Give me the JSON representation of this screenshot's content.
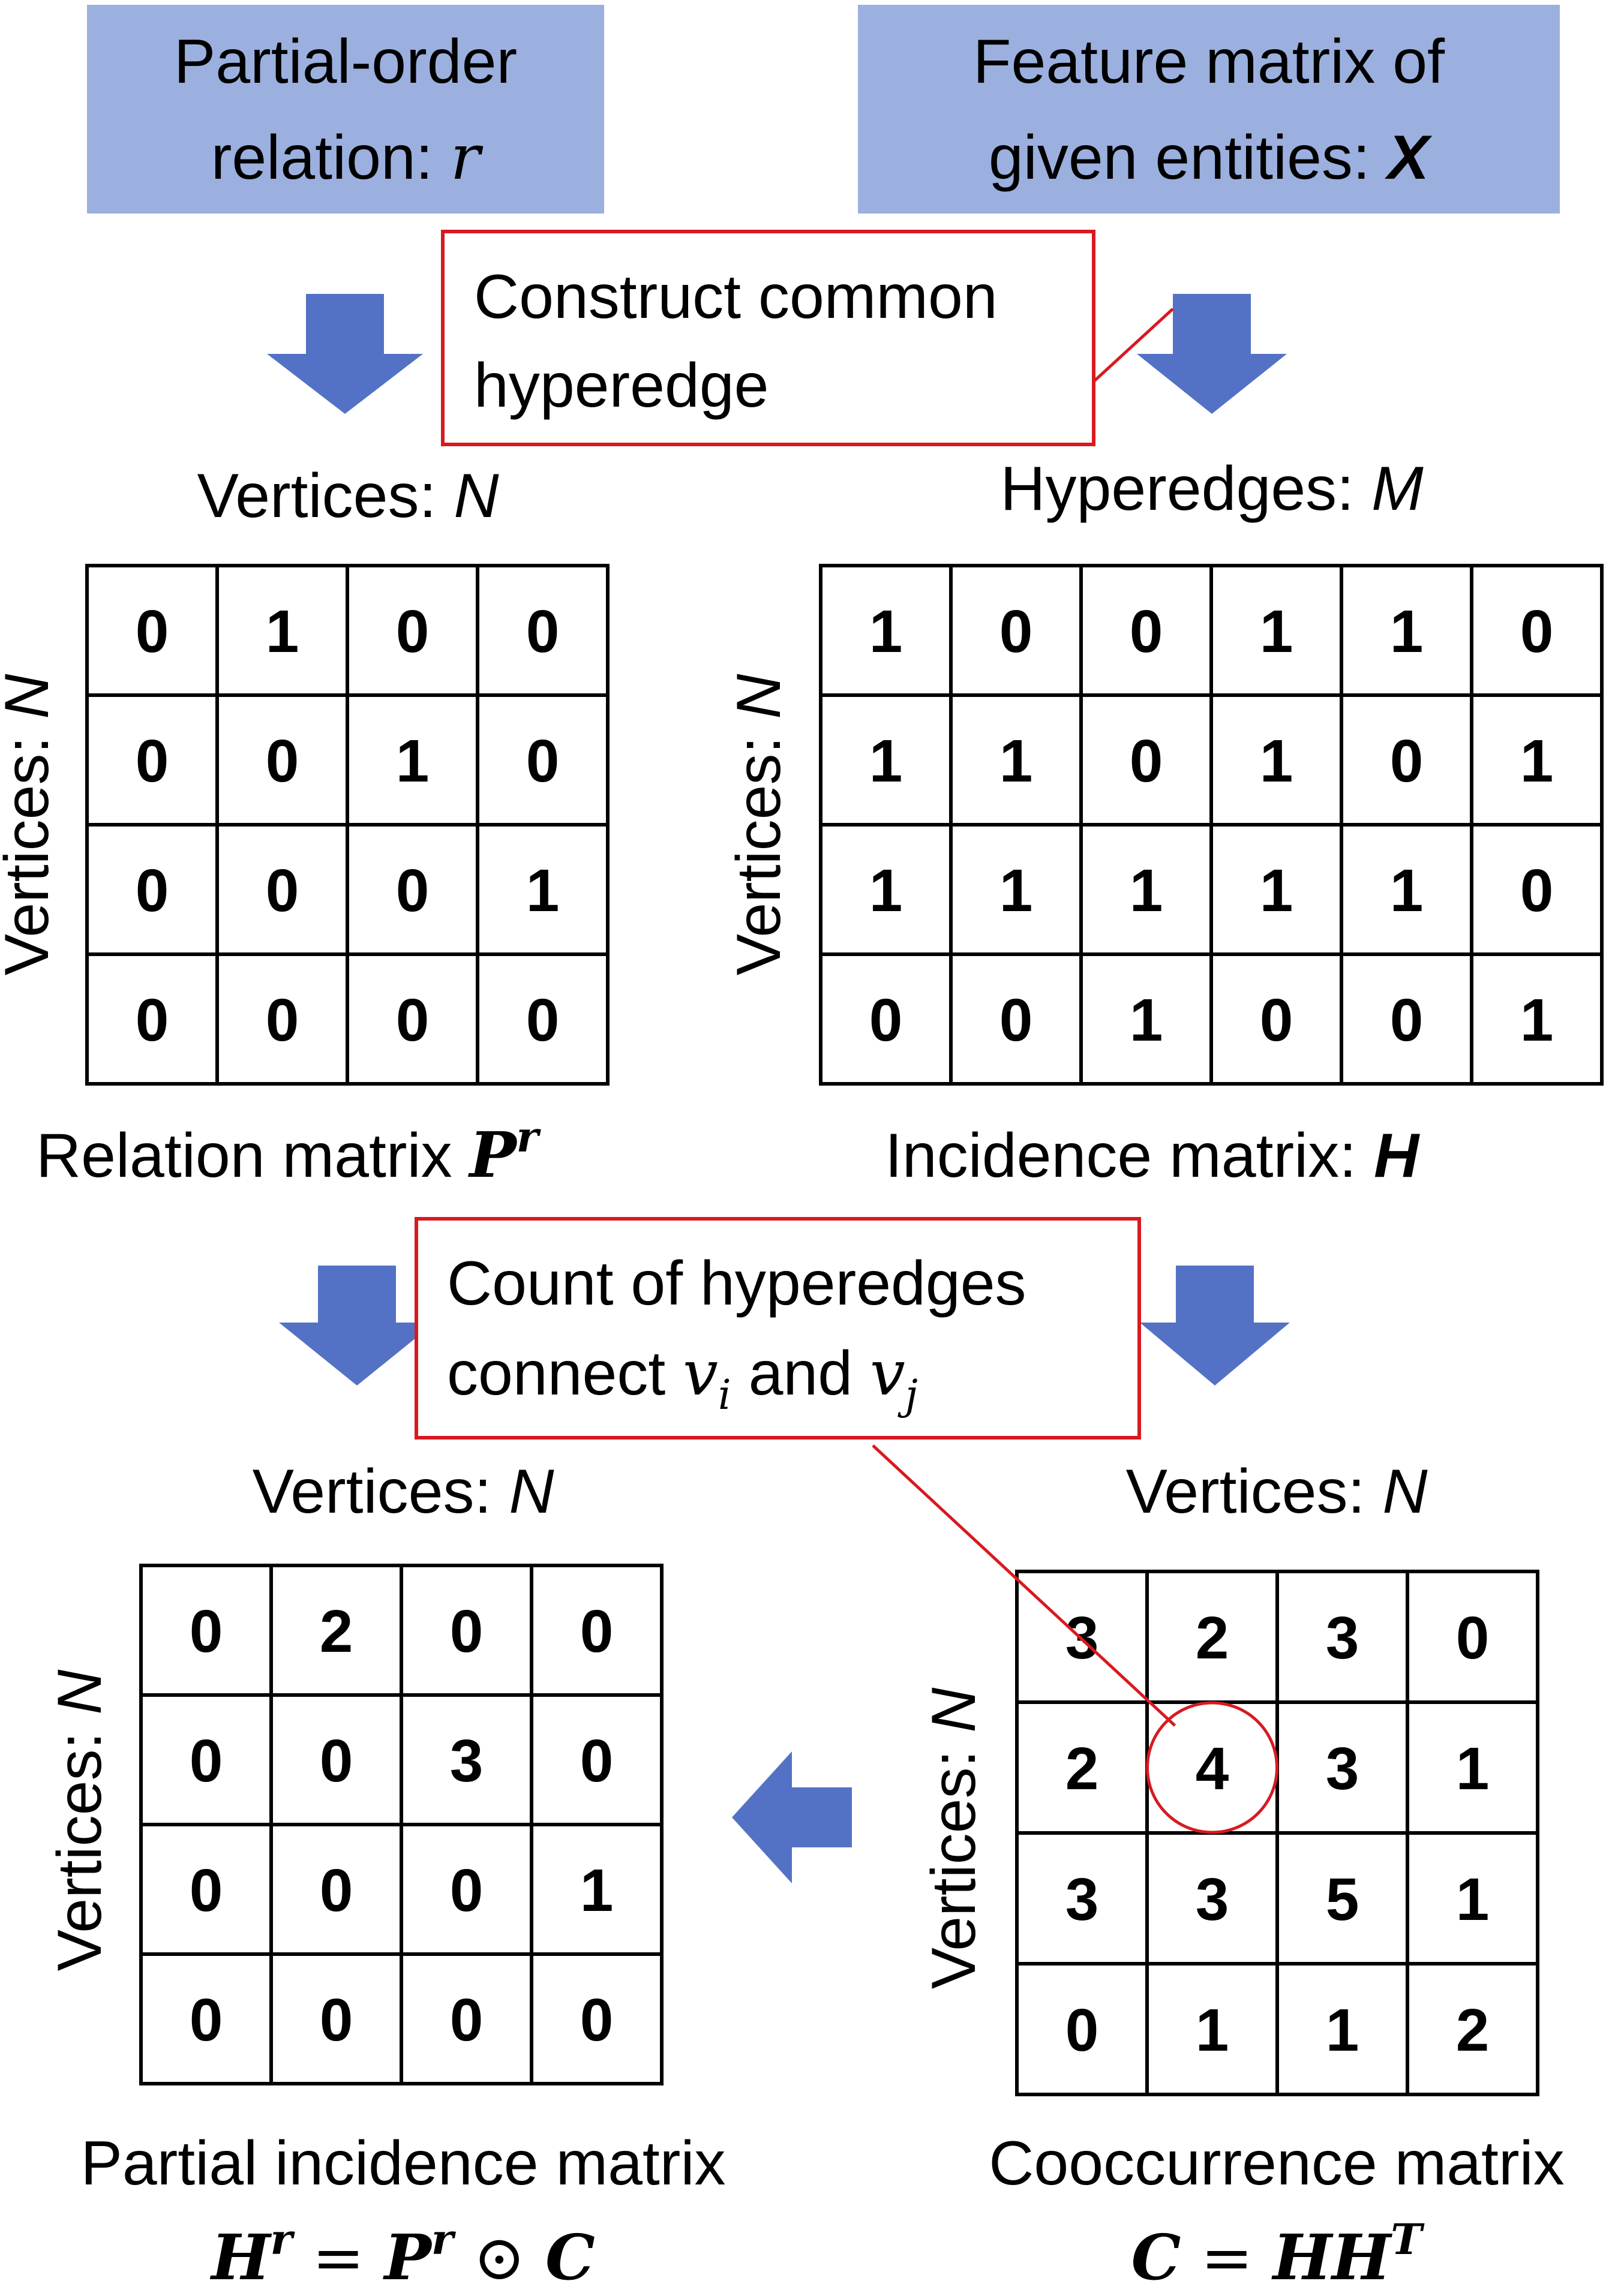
{
  "top_boxes": {
    "left": {
      "line1": "Partial-order",
      "line2_text": "relation: ",
      "line2_symbol": "r"
    },
    "right": {
      "line1": "Feature matrix of",
      "line2_text": "given entities: ",
      "line2_symbol": "X"
    }
  },
  "callouts": {
    "construct": {
      "line1": "Construct common",
      "line2": "hyperedge"
    },
    "count": {
      "line1": "Count  of  hyperedges",
      "line2_pre": "connect ",
      "vi": "v",
      "vi_sub": "i",
      "and": " and ",
      "vj": "v",
      "vj_sub": "j"
    }
  },
  "labels": {
    "vertices_text": "Vertices: ",
    "hyperedges_text": "Hyperedges: ",
    "n_symbol": "N",
    "m_symbol": "M"
  },
  "matrices": {
    "relation": {
      "caption_text": "Relation matrix ",
      "caption_symbol": "P",
      "caption_sup": "r",
      "rows": [
        [
          "0",
          "1",
          "0",
          "0"
        ],
        [
          "0",
          "0",
          "1",
          "0"
        ],
        [
          "0",
          "0",
          "0",
          "1"
        ],
        [
          "0",
          "0",
          "0",
          "0"
        ]
      ]
    },
    "incidence": {
      "caption_text": "Incidence matrix: ",
      "caption_symbol": "H",
      "rows": [
        [
          "1",
          "0",
          "0",
          "1",
          "1",
          "0"
        ],
        [
          "1",
          "1",
          "0",
          "1",
          "0",
          "1"
        ],
        [
          "1",
          "1",
          "1",
          "1",
          "1",
          "0"
        ],
        [
          "0",
          "0",
          "1",
          "0",
          "0",
          "1"
        ]
      ]
    },
    "partial": {
      "caption": "Partial incidence matrix",
      "formula": {
        "lhs": "H",
        "lhs_sup": "r",
        "eq": " = ",
        "p": "P",
        "p_sup": "r",
        "op": " ⊙ ",
        "c": "C"
      },
      "rows": [
        [
          "0",
          "2",
          "0",
          "0"
        ],
        [
          "0",
          "0",
          "3",
          "0"
        ],
        [
          "0",
          "0",
          "0",
          "1"
        ],
        [
          "0",
          "0",
          "0",
          "0"
        ]
      ]
    },
    "cooccurrence": {
      "caption": "Cooccurrence matrix",
      "formula": {
        "lhs": "C",
        "eq": " = ",
        "rhs": "HH",
        "rhs_sup": "T"
      },
      "rows": [
        [
          "3",
          "2",
          "3",
          "0"
        ],
        [
          "2",
          "4",
          "3",
          "1"
        ],
        [
          "3",
          "3",
          "5",
          "1"
        ],
        [
          "0",
          "1",
          "1",
          "2"
        ]
      ],
      "highlight_cell": [
        1,
        1
      ]
    }
  },
  "colors": {
    "box_fill": "#9bb0de",
    "arrow_fill": "#5472c5",
    "callout_stroke": "#d71a20"
  }
}
